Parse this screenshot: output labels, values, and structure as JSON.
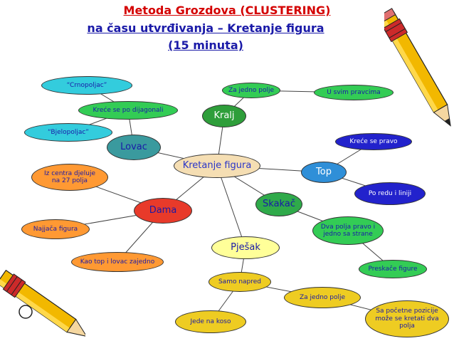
{
  "title": {
    "line1": "Metoda Grozdova (CLUSTERING)",
    "line2": "na času utvrđivanja – Kretanje figura",
    "line3": "(15 minuta)"
  },
  "nodes": {
    "center": "Kretanje figura",
    "kralj": "Kralj",
    "za_jedno_polje_1": "Za jedno polje",
    "u_svim_pravcima": "U svim pravcima",
    "lovac": "Lovac",
    "krece_dijagonali": "Kreće se po dijagonali",
    "crnopoljac": "“Crnopoljac”",
    "bjelopoljac": "“Bjelopoljac”",
    "top": "Top",
    "krece_pravo": "Kreće se pravo",
    "po_redu": "Po redu i liniji",
    "dama": "Dama",
    "iz_centra": "Iz centra djeluje na 27 polja",
    "najjaca": "Najjača figura",
    "kao_top": "Kao top i lovac zajedno",
    "skakac": "Skakač",
    "dva_polja": "Dva polja pravo i jedno sa strane",
    "preskace": "Preskače figure",
    "pjesak": "Pješak",
    "samo_napred": "Samo napred",
    "za_jedno_polje_2": "Za jedno polje",
    "jede_na_koso": "Jede na koso",
    "sa_pocetne": "Sa početne pozicije može se kretati dva polja"
  },
  "colors": {
    "title_red": "#d40000",
    "title_blue": "#1a1aa8",
    "center_fill": "#f5deb3",
    "center_text": "#2a35c8",
    "kralj_fill": "#2e9e3a",
    "lovac_fill": "#3a9a9e",
    "top_fill": "#2f8fd8",
    "dama_fill": "#e83a2a",
    "skakac_fill": "#2faa4a",
    "pjesak_fill": "#ffff99",
    "cyan_fill": "#33ccdd",
    "green_fill": "#33cc55",
    "blue_fill": "#2222cc",
    "orange_fill": "#ff9933",
    "red_fill": "#ee3322",
    "yellow_fill": "#eecc22"
  },
  "icons": {
    "pencil_top_right": "pencil-icon",
    "pencil_bottom_left": "pencil-icon"
  }
}
